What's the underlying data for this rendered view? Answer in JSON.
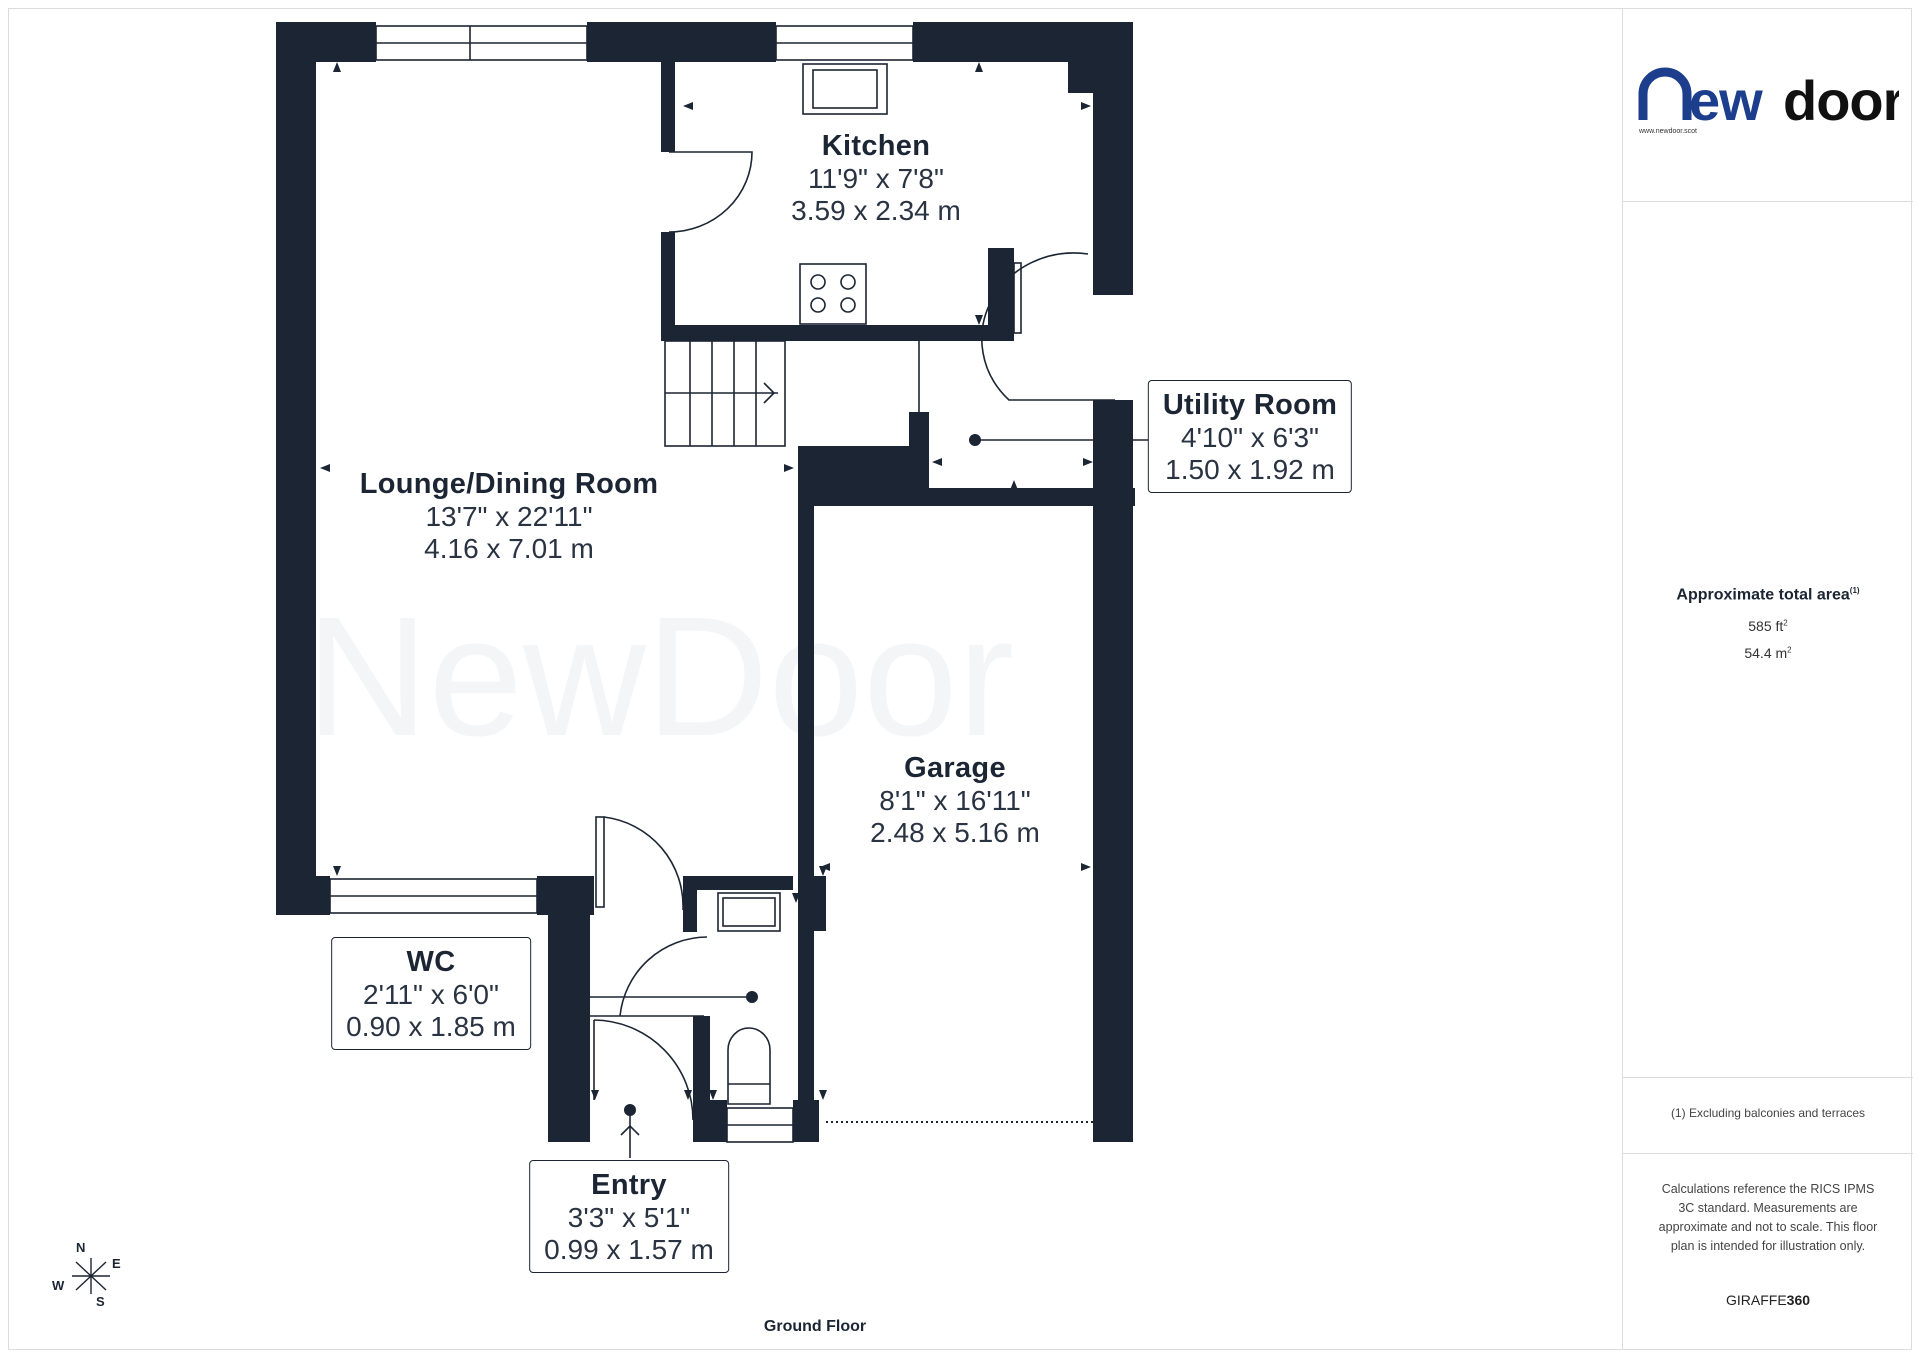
{
  "brand": {
    "name": "newdoor",
    "website": "www.newdoor.scot",
    "watermark": "NewDoor",
    "color": "#1c2b4a"
  },
  "rooms": {
    "kitchen": {
      "name": "Kitchen",
      "imperial": "11'9\" x 7'8\"",
      "metric": "3.59 x 2.34 m"
    },
    "lounge": {
      "name": "Lounge/Dining Room",
      "imperial": "13'7\" x 22'11\"",
      "metric": "4.16 x 7.01 m"
    },
    "utility": {
      "name": "Utility Room",
      "imperial": "4'10\" x 6'3\"",
      "metric": "1.50 x 1.92 m"
    },
    "garage": {
      "name": "Garage",
      "imperial": "8'1\" x 16'11\"",
      "metric": "2.48 x 5.16 m"
    },
    "wc": {
      "name": "WC",
      "imperial": "2'11\" x 6'0\"",
      "metric": "0.90 x 1.85 m"
    },
    "entry": {
      "name": "Entry",
      "imperial": "3'3\" x 5'1\"",
      "metric": "0.99 x 1.57 m"
    }
  },
  "floor_label": "Ground Floor",
  "compass": {
    "n": "N",
    "e": "E",
    "s": "S",
    "w": "W"
  },
  "sidebar": {
    "area_title": "Approximate total area",
    "area_footnote_mark": "(1)",
    "area_ft": "585 ft",
    "area_m": "54.4 m",
    "area_unit_power": "2",
    "footnote": "(1) Excluding balconies and terraces",
    "disclaimer": "Calculations reference the RICS IPMS 3C standard. Measurements are approximate and not to scale. This floor plan is intended for illustration only.",
    "maker_prefix": "GIRAFFE",
    "maker_suffix": "360"
  },
  "colors": {
    "wall": "#1c2533",
    "text": "#1c2533"
  }
}
